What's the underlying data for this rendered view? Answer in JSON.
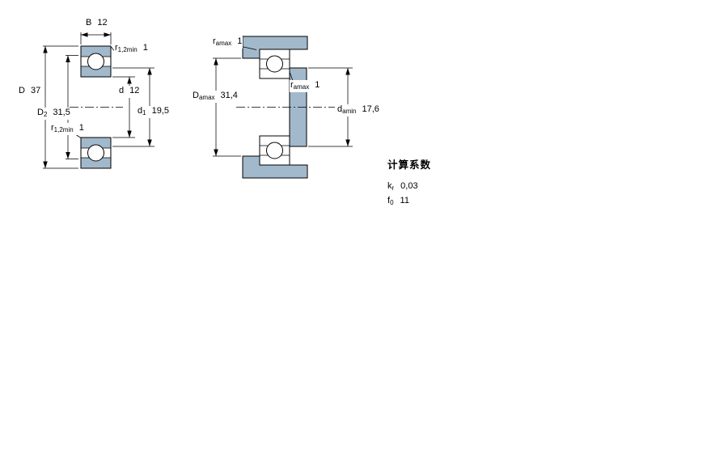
{
  "colors": {
    "steel_blue": "#a2b9cb",
    "ink": "#000000"
  },
  "left_figure": {
    "dims": {
      "B": {
        "sym": "B",
        "sub": "",
        "value": "12"
      },
      "r_top": {
        "sym": "r",
        "sub": "1,2min",
        "value": "1"
      },
      "D": {
        "sym": "D",
        "sub": "",
        "value": "37"
      },
      "D2": {
        "sym": "D",
        "sub": "2",
        "value": "31,5"
      },
      "r_bottom": {
        "sym": "r",
        "sub": "1,2min",
        "value": "1"
      },
      "d": {
        "sym": "d",
        "sub": "",
        "value": "12"
      },
      "d1": {
        "sym": "d",
        "sub": "1",
        "value": "19,5"
      }
    }
  },
  "right_figure": {
    "dims": {
      "ra_top": {
        "sym": "r",
        "sub": "amax",
        "value": "1"
      },
      "Da": {
        "sym": "D",
        "sub": "amax",
        "value": "31,4"
      },
      "ra_mid": {
        "sym": "r",
        "sub": "amax",
        "value": "1"
      },
      "da": {
        "sym": "d",
        "sub": "amin",
        "value": "17,6"
      }
    }
  },
  "calculation_factors": {
    "title": "计算系数",
    "items": [
      {
        "sym": "k",
        "sub": "r",
        "value": "0,03"
      },
      {
        "sym": "f",
        "sub": "0",
        "value": "11"
      }
    ]
  }
}
